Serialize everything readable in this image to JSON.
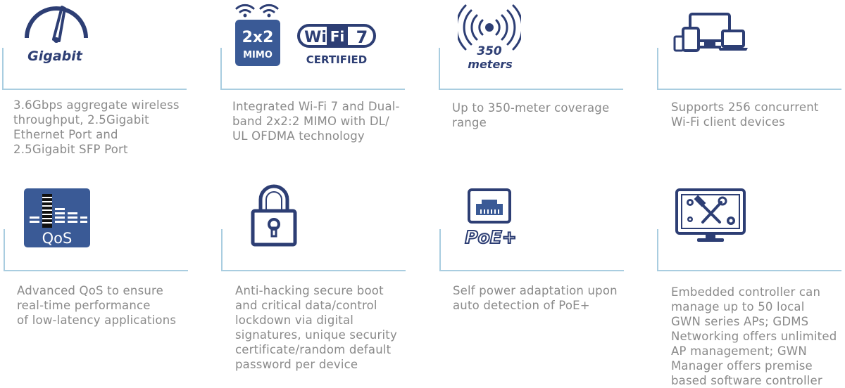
{
  "features": [
    {
      "icon": "speedometer-icon",
      "icon_label": "Gigabit",
      "description": "3.6Gbps aggregate wireless\nthroughput, 2.5Gigabit\nEthernet Port and\n2.5Gigabit SFP Port"
    },
    {
      "icon": "wifi-mimo-icon",
      "icon_label_mimo_top": "2x2",
      "icon_label_mimo_bottom": "MIMO",
      "icon_label_wifi_a": "Wi",
      "icon_label_wifi_b": "Fi",
      "icon_label_wifi_7": "7",
      "icon_label_certified": "CERTIFIED",
      "description": "Integrated Wi-Fi 7 and Dual-\nband 2x2:2 MIMO with DL/\nUL OFDMA technology"
    },
    {
      "icon": "coverage-range-icon",
      "icon_label_number": "350",
      "icon_label_unit": "meters",
      "description": "Up to 350-meter coverage\nrange"
    },
    {
      "icon": "devices-icon",
      "description": "Supports 256 concurrent\nWi-Fi client devices"
    },
    {
      "icon": "qos-icon",
      "icon_label": "QoS",
      "description": "Advanced QoS to ensure\nreal-time performance\nof low-latency applications"
    },
    {
      "icon": "padlock-icon",
      "description": "Anti-hacking secure boot\nand critical data/control\nlockdown via digital\nsignatures, unique security\ncertificate/random default\npassword per device"
    },
    {
      "icon": "poe-plus-icon",
      "icon_label": "PoE+",
      "description": "Self power adaptation upon\nauto detection of PoE+"
    },
    {
      "icon": "controller-tools-icon",
      "description": "Embedded controller can\nmanage up to 50 local\nGWN series APs; GDMS\nNetworking offers unlimited\nAP management; GWN\nManager offers premise\nbased software controller"
    }
  ],
  "colors": {
    "navy": "#2d3e74",
    "steel_blue": "#3a5a96",
    "line_blue": "#a9cde0",
    "text_gray": "#8a8a8a"
  }
}
